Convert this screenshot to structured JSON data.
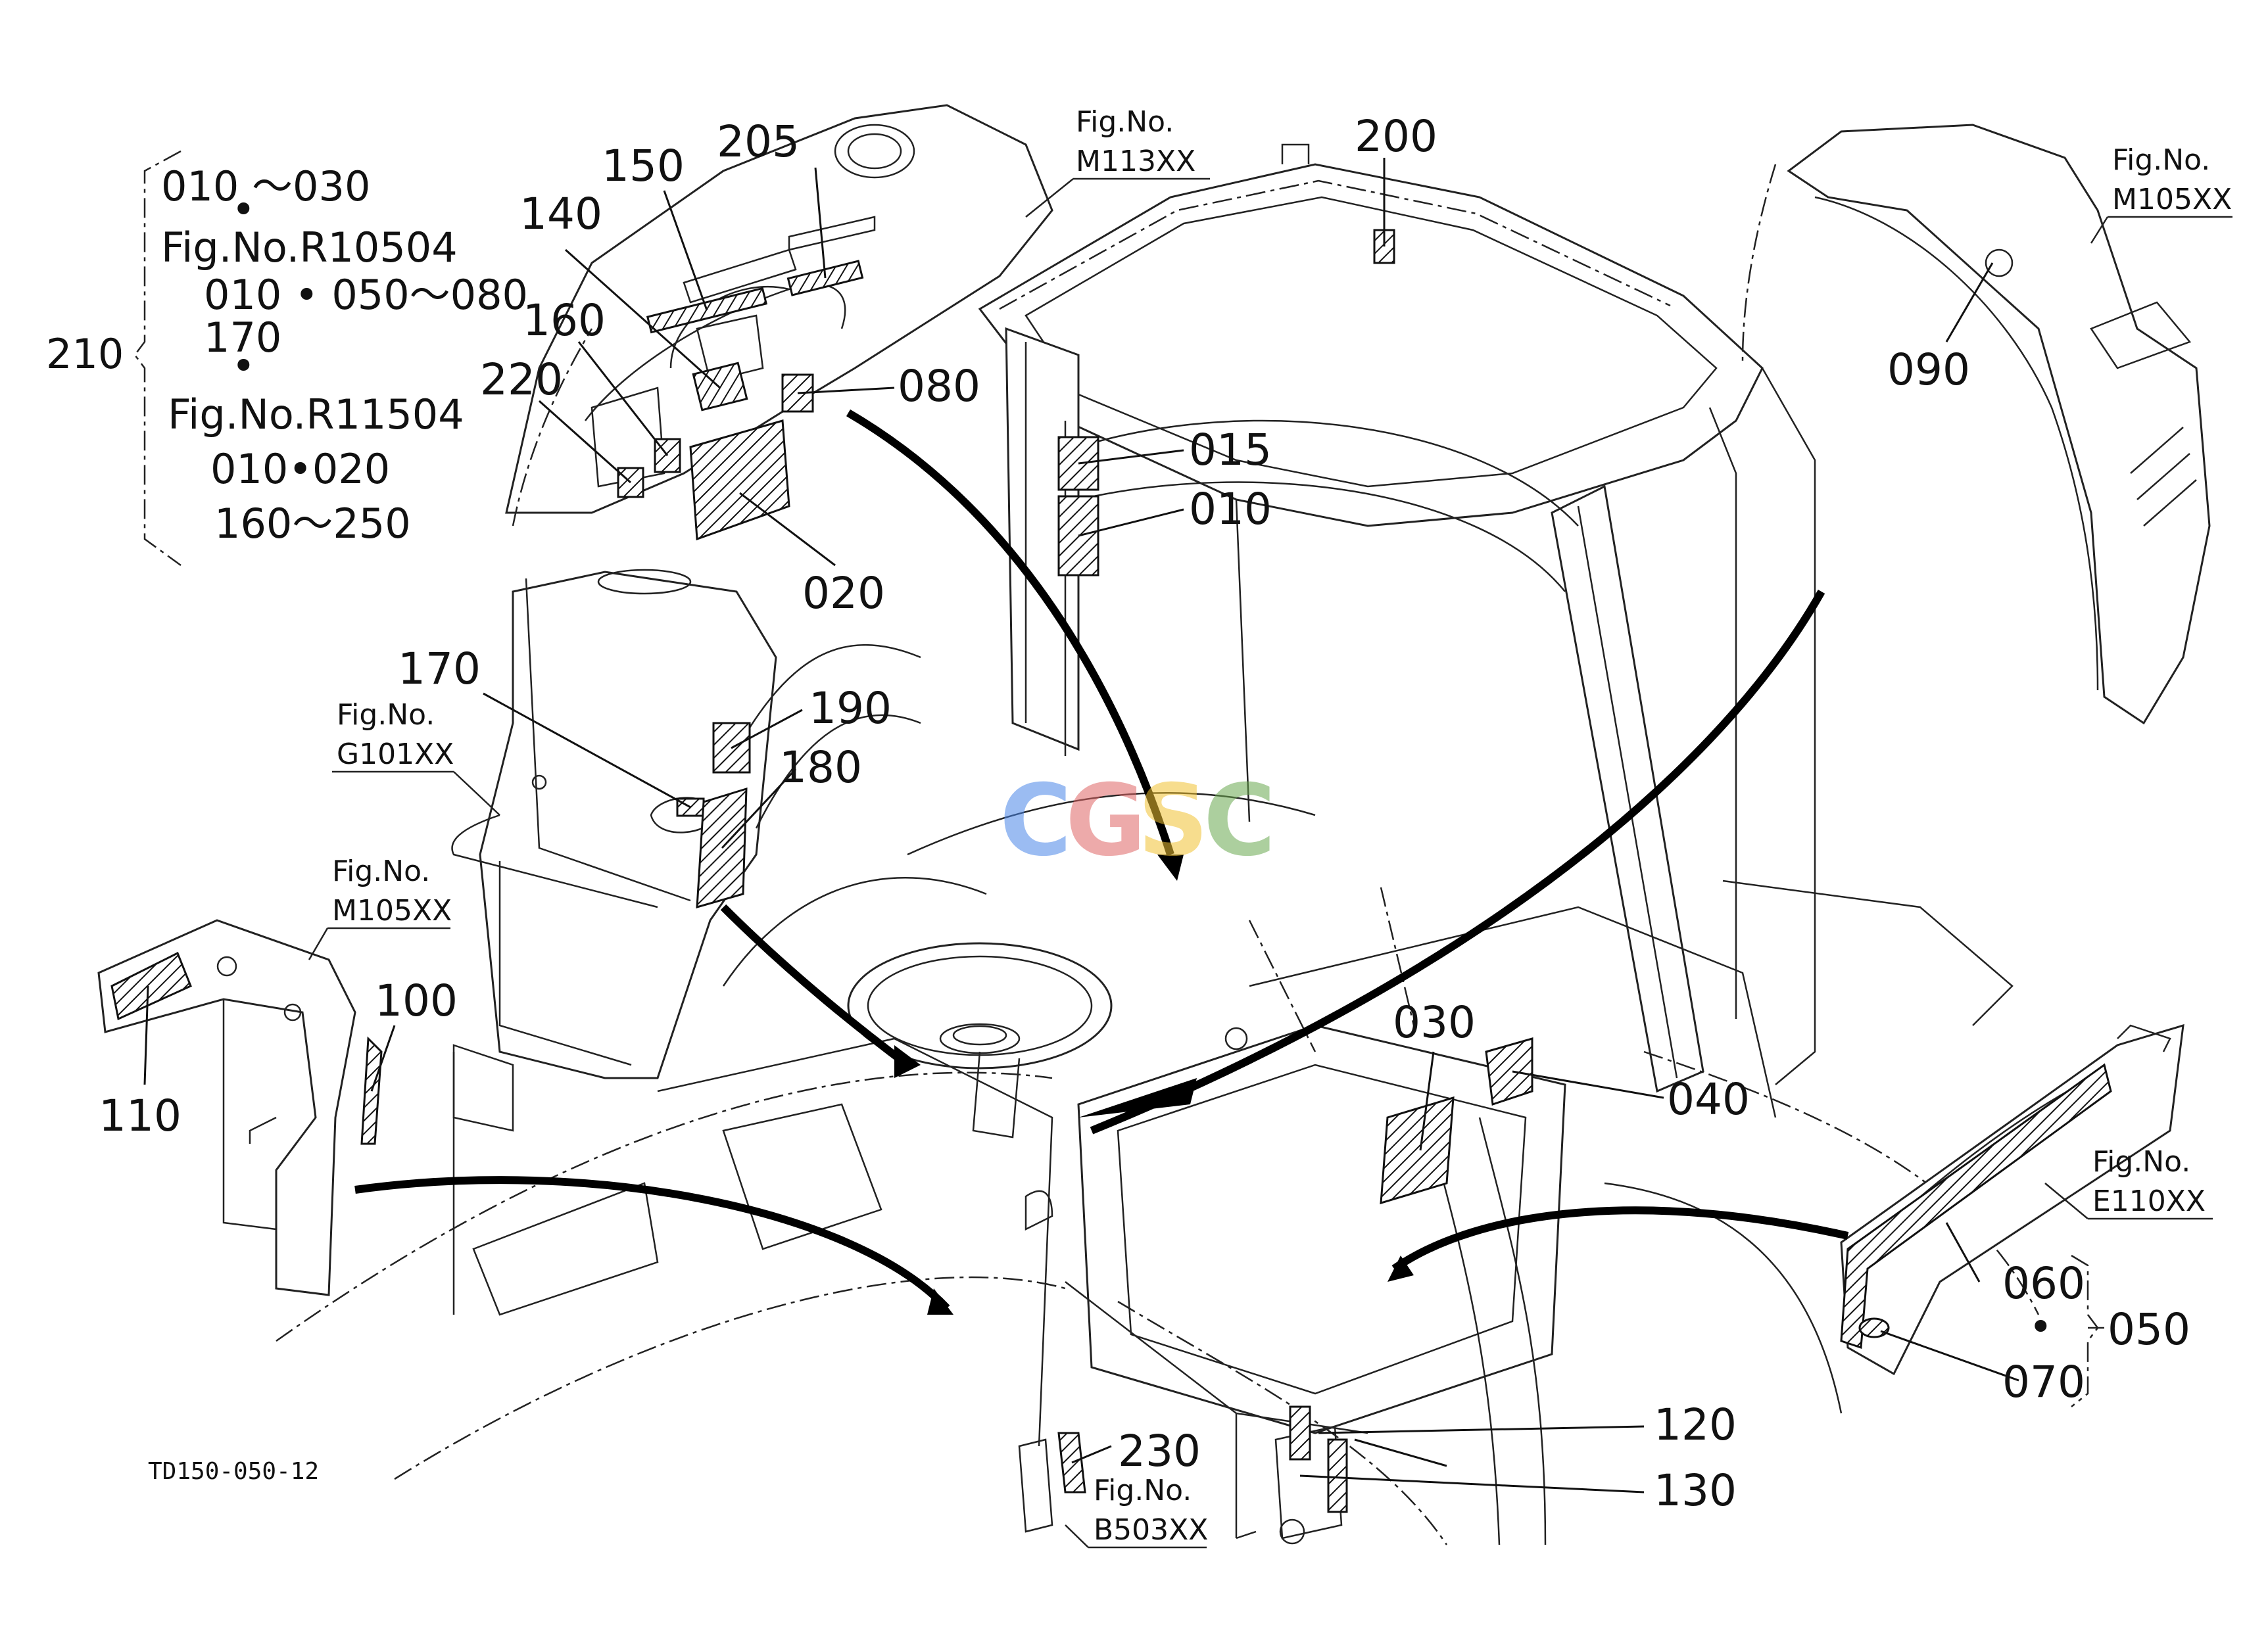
{
  "drawing_code": "TD150-050-12",
  "watermark": "CGSC",
  "colors": {
    "line": "#222222",
    "wm_blue": "#4a86e8",
    "wm_red": "#e06666",
    "wm_yellow": "#f1c232",
    "wm_green": "#6aa84f"
  },
  "bracket_210": {
    "label": "210",
    "lines": [
      "010 ～030",
      "•",
      "Fig.No.R10504",
      "010 • 050～080",
      "170",
      "•",
      "Fig.No.R11504",
      "010•020",
      "160～250"
    ]
  },
  "bracket_050": {
    "label": "050",
    "dot": "•"
  },
  "callouts": {
    "c010": "010",
    "c015": "015",
    "c020": "020",
    "c030": "030",
    "c040": "040",
    "c060": "060",
    "c070": "070",
    "c080": "080",
    "c090": "090",
    "c100": "100",
    "c110": "110",
    "c120": "120",
    "c130": "130",
    "c140": "140",
    "c150": "150",
    "c160": "160",
    "c170": "170",
    "c180": "180",
    "c190": "190",
    "c200": "200",
    "c205": "205",
    "c220": "220",
    "c230": "230"
  },
  "figrefs": {
    "m113": {
      "title": "Fig.No.",
      "code": "M113XX"
    },
    "m105_top": {
      "title": "Fig.No.",
      "code": "M105XX"
    },
    "g101": {
      "title": "Fig.No.",
      "code": "G101XX"
    },
    "m105_left": {
      "title": "Fig.No.",
      "code": "M105XX"
    },
    "e110": {
      "title": "Fig.No.",
      "code": "E110XX"
    },
    "b503": {
      "title": "Fig.No.",
      "code": "B503XX"
    }
  }
}
